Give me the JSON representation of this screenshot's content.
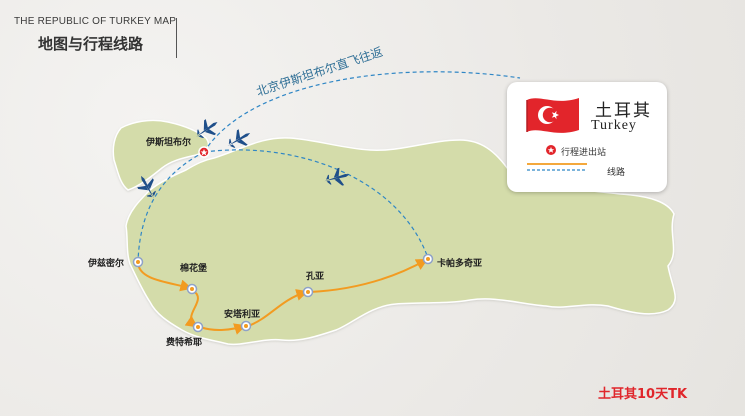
{
  "header": {
    "title_en": "THE REPUBLIC OF TURKEY MAP",
    "title_cn": "地图与行程线路"
  },
  "flight_route_label": "北京伊斯坦布尔直飞往返",
  "legend": {
    "country_cn": "土耳其",
    "country_en": "Turkey",
    "stop_label": "行程进出站",
    "route_label": "线路"
  },
  "cities": {
    "istanbul": "伊斯坦布尔",
    "izmir": "伊兹密尔",
    "pamukkale": "棉花堡",
    "fethiye": "费特希耶",
    "antalya": "安塔利亚",
    "konya": "孔亚",
    "cappadocia": "卡帕多奇亚"
  },
  "footer_tag": "土耳其10天TK",
  "colors": {
    "land": "#d4dcaa",
    "land_edge": "#ffffff",
    "route_orange": "#f29b21",
    "flight_blue": "#2f86c5",
    "plane": "#1f4f8a",
    "stop_marker": "#e2252b",
    "footer_red": "#e0262b"
  }
}
